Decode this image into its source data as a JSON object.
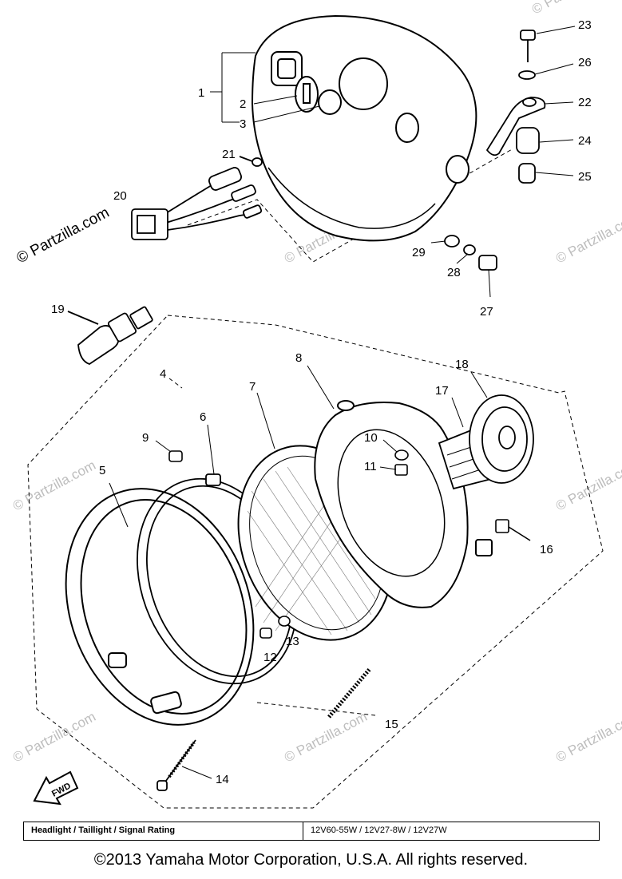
{
  "watermark": "© Partzilla.com",
  "watermark_dark": "© Partzilla.com",
  "callouts": [
    {
      "id": "1",
      "text": "1"
    },
    {
      "id": "2",
      "text": "2"
    },
    {
      "id": "3",
      "text": "3"
    },
    {
      "id": "4",
      "text": "4"
    },
    {
      "id": "5",
      "text": "5"
    },
    {
      "id": "6",
      "text": "6"
    },
    {
      "id": "7",
      "text": "7"
    },
    {
      "id": "8",
      "text": "8"
    },
    {
      "id": "9",
      "text": "9"
    },
    {
      "id": "10",
      "text": "10"
    },
    {
      "id": "11",
      "text": "11"
    },
    {
      "id": "12",
      "text": "12"
    },
    {
      "id": "13",
      "text": "13"
    },
    {
      "id": "14",
      "text": "14"
    },
    {
      "id": "15",
      "text": "15"
    },
    {
      "id": "16",
      "text": "16"
    },
    {
      "id": "17",
      "text": "17"
    },
    {
      "id": "18",
      "text": "18"
    },
    {
      "id": "19",
      "text": "19"
    },
    {
      "id": "20",
      "text": "20"
    },
    {
      "id": "21",
      "text": "21"
    },
    {
      "id": "22",
      "text": "22"
    },
    {
      "id": "23",
      "text": "23"
    },
    {
      "id": "24",
      "text": "24"
    },
    {
      "id": "25",
      "text": "25"
    },
    {
      "id": "26",
      "text": "26"
    },
    {
      "id": "27",
      "text": "27"
    },
    {
      "id": "28",
      "text": "28"
    },
    {
      "id": "29",
      "text": "29"
    }
  ],
  "fwd_label": "FWD",
  "rating": {
    "label": "Headlight / Taillight / Signal Rating",
    "value": "12V60-55W / 12V27-8W / 12V27W"
  },
  "copyright": "©2013 Yamaha Motor Corporation, U.S.A. All rights reserved."
}
